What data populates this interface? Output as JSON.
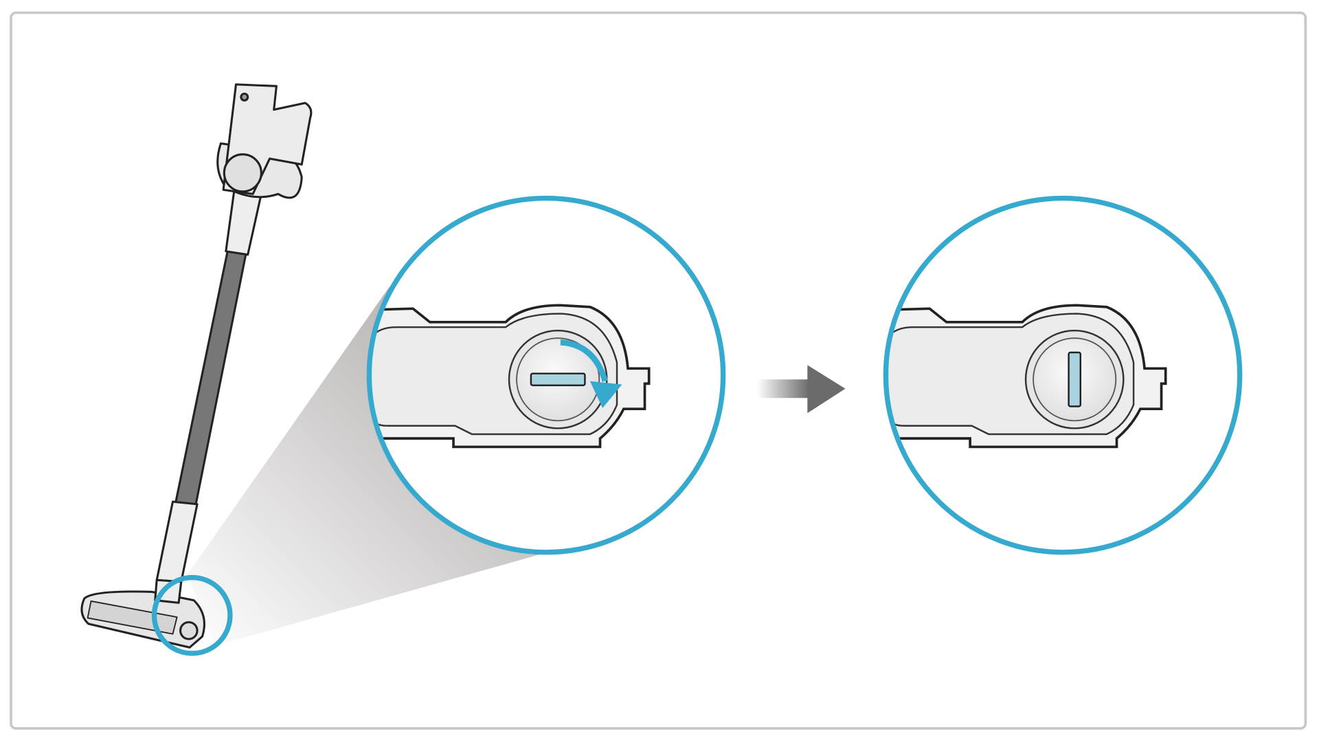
{
  "illustration": {
    "subject": "stick-vacuum-brush-head-cap",
    "steps": [
      "cap-locked-horizontal-slot",
      "cap-unlocked-vertical-slot"
    ],
    "action": "rotate-clockwise"
  },
  "colors": {
    "accent": "#36a9cf",
    "slot": "#a8d3df",
    "frame": "#c8c8c8",
    "wand": "#777777",
    "arrow": "#6b6b6b"
  }
}
